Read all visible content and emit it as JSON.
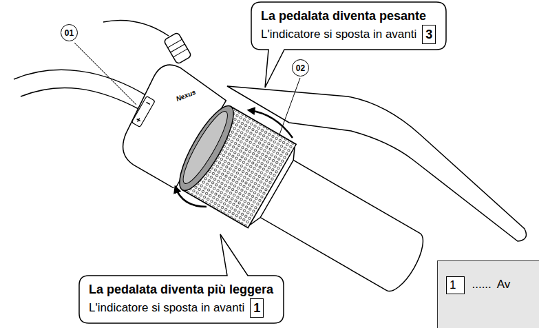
{
  "diagram": {
    "nodes": [
      {
        "text": [
          "La pedalata diventa pesante",
          "L'indicatore si sposta in avanti"
        ]
      },
      {
        "text": [
          "3"
        ],
        "in": 0
      },
      {
        "text": [
          "01"
        ]
      },
      {
        "text": [
          "02"
        ]
      },
      {
        "text": [
          "La pedalata diventa più leggera",
          "L'indicatore si sposta in avanti"
        ]
      },
      {
        "text": [
          "1"
        ],
        "in": 4
      },
      {
        "text": [
          "......",
          "Av"
        ]
      },
      {
        "text": [
          "1"
        ],
        "in": 6
      }
    ],
    "labels": [
      "Nexus"
    ]
  }
}
